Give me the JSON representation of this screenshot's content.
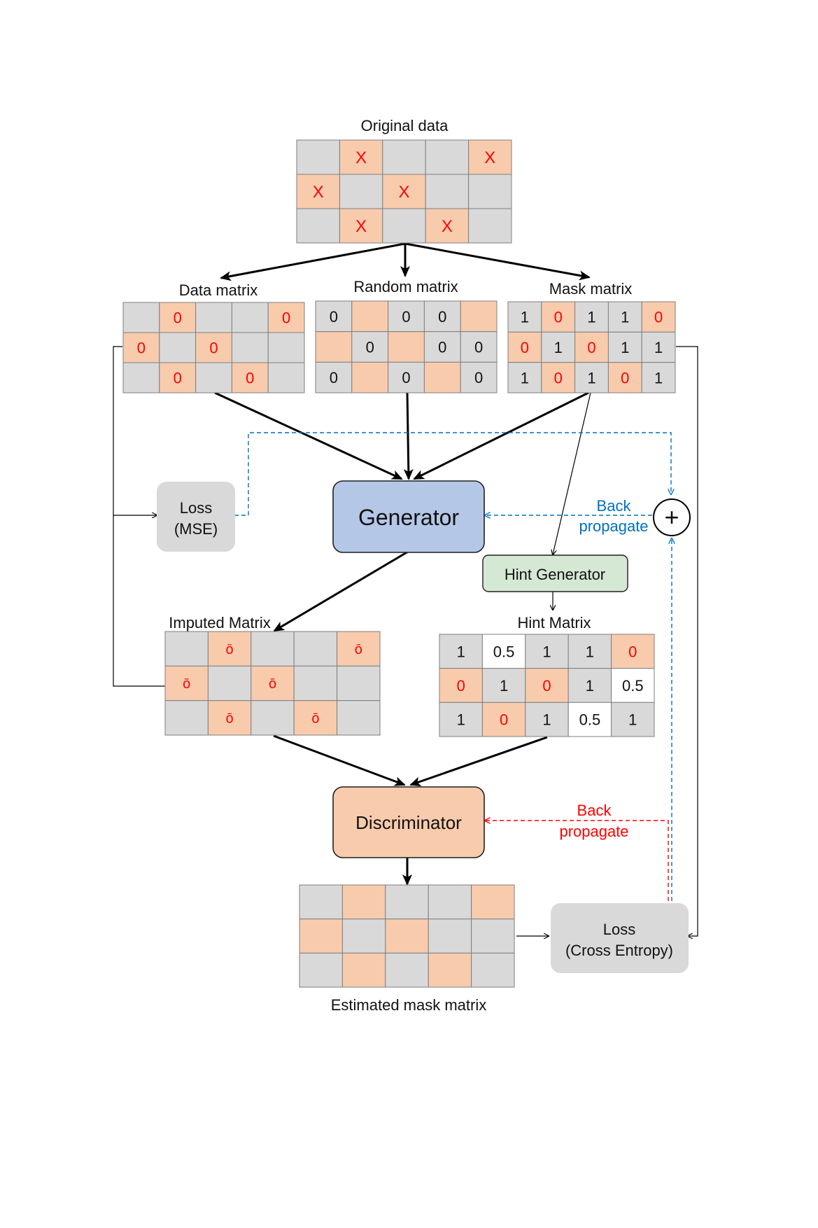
{
  "colors": {
    "gray": "#d9d9d9",
    "orange": "#f8cbad",
    "white": "#ffffff",
    "red": "#ff0000",
    "blue": "#0070c0",
    "generator_fill": "#b4c7e7",
    "discriminator_fill": "#f8cbad",
    "hint_gen_fill": "#d5e8d4",
    "loss_fill": "#d9d9d9"
  },
  "matrices": {
    "original": {
      "title": "Original data",
      "cells": [
        [
          {
            "c": "gray",
            "t": ""
          },
          {
            "c": "orange",
            "t": "X",
            "red": true
          },
          {
            "c": "gray",
            "t": ""
          },
          {
            "c": "gray",
            "t": ""
          },
          {
            "c": "orange",
            "t": "X",
            "red": true
          }
        ],
        [
          {
            "c": "orange",
            "t": "X",
            "red": true
          },
          {
            "c": "gray",
            "t": ""
          },
          {
            "c": "orange",
            "t": "X",
            "red": true
          },
          {
            "c": "gray",
            "t": ""
          },
          {
            "c": "gray",
            "t": ""
          }
        ],
        [
          {
            "c": "gray",
            "t": ""
          },
          {
            "c": "orange",
            "t": "X",
            "red": true
          },
          {
            "c": "gray",
            "t": ""
          },
          {
            "c": "orange",
            "t": "X",
            "red": true
          },
          {
            "c": "gray",
            "t": ""
          }
        ]
      ]
    },
    "data": {
      "title": "Data matrix",
      "cells": [
        [
          {
            "c": "gray",
            "t": ""
          },
          {
            "c": "orange",
            "t": "0",
            "red": true
          },
          {
            "c": "gray",
            "t": ""
          },
          {
            "c": "gray",
            "t": ""
          },
          {
            "c": "orange",
            "t": "0",
            "red": true
          }
        ],
        [
          {
            "c": "orange",
            "t": "0",
            "red": true
          },
          {
            "c": "gray",
            "t": ""
          },
          {
            "c": "orange",
            "t": "0",
            "red": true
          },
          {
            "c": "gray",
            "t": ""
          },
          {
            "c": "gray",
            "t": ""
          }
        ],
        [
          {
            "c": "gray",
            "t": ""
          },
          {
            "c": "orange",
            "t": "0",
            "red": true
          },
          {
            "c": "gray",
            "t": ""
          },
          {
            "c": "orange",
            "t": "0",
            "red": true
          },
          {
            "c": "gray",
            "t": ""
          }
        ]
      ]
    },
    "random": {
      "title": "Random matrix",
      "cells": [
        [
          {
            "c": "gray",
            "t": "0"
          },
          {
            "c": "orange",
            "t": ""
          },
          {
            "c": "gray",
            "t": "0"
          },
          {
            "c": "gray",
            "t": "0"
          },
          {
            "c": "orange",
            "t": ""
          }
        ],
        [
          {
            "c": "orange",
            "t": ""
          },
          {
            "c": "gray",
            "t": "0"
          },
          {
            "c": "orange",
            "t": ""
          },
          {
            "c": "gray",
            "t": "0"
          },
          {
            "c": "gray",
            "t": "0"
          }
        ],
        [
          {
            "c": "gray",
            "t": "0"
          },
          {
            "c": "orange",
            "t": ""
          },
          {
            "c": "gray",
            "t": "0"
          },
          {
            "c": "orange",
            "t": ""
          },
          {
            "c": "gray",
            "t": "0"
          }
        ]
      ]
    },
    "mask": {
      "title": "Mask matrix",
      "cells": [
        [
          {
            "c": "gray",
            "t": "1"
          },
          {
            "c": "orange",
            "t": "0",
            "red": true
          },
          {
            "c": "gray",
            "t": "1"
          },
          {
            "c": "gray",
            "t": "1"
          },
          {
            "c": "orange",
            "t": "0",
            "red": true
          }
        ],
        [
          {
            "c": "orange",
            "t": "0",
            "red": true
          },
          {
            "c": "gray",
            "t": "1"
          },
          {
            "c": "orange",
            "t": "0",
            "red": true
          },
          {
            "c": "gray",
            "t": "1"
          },
          {
            "c": "gray",
            "t": "1"
          }
        ],
        [
          {
            "c": "gray",
            "t": "1"
          },
          {
            "c": "orange",
            "t": "0",
            "red": true
          },
          {
            "c": "gray",
            "t": "1"
          },
          {
            "c": "orange",
            "t": "0",
            "red": true
          },
          {
            "c": "gray",
            "t": "1"
          }
        ]
      ]
    },
    "imputed": {
      "title": "Imputed Matrix",
      "cells": [
        [
          {
            "c": "gray",
            "t": ""
          },
          {
            "c": "orange",
            "t": "ō",
            "red": true
          },
          {
            "c": "gray",
            "t": ""
          },
          {
            "c": "gray",
            "t": ""
          },
          {
            "c": "orange",
            "t": "ō",
            "red": true
          }
        ],
        [
          {
            "c": "orange",
            "t": "ō",
            "red": true
          },
          {
            "c": "gray",
            "t": ""
          },
          {
            "c": "orange",
            "t": "ō",
            "red": true
          },
          {
            "c": "gray",
            "t": ""
          },
          {
            "c": "gray",
            "t": ""
          }
        ],
        [
          {
            "c": "gray",
            "t": ""
          },
          {
            "c": "orange",
            "t": "ō",
            "red": true
          },
          {
            "c": "gray",
            "t": ""
          },
          {
            "c": "orange",
            "t": "ō",
            "red": true
          },
          {
            "c": "gray",
            "t": ""
          }
        ]
      ]
    },
    "hint": {
      "title": "Hint Matrix",
      "cells": [
        [
          {
            "c": "gray",
            "t": "1"
          },
          {
            "c": "white",
            "t": "0.5"
          },
          {
            "c": "gray",
            "t": "1"
          },
          {
            "c": "gray",
            "t": "1"
          },
          {
            "c": "orange",
            "t": "0",
            "red": true
          }
        ],
        [
          {
            "c": "orange",
            "t": "0",
            "red": true
          },
          {
            "c": "gray",
            "t": "1"
          },
          {
            "c": "orange",
            "t": "0",
            "red": true
          },
          {
            "c": "gray",
            "t": "1"
          },
          {
            "c": "white",
            "t": "0.5"
          }
        ],
        [
          {
            "c": "gray",
            "t": "1"
          },
          {
            "c": "orange",
            "t": "0",
            "red": true
          },
          {
            "c": "gray",
            "t": "1"
          },
          {
            "c": "white",
            "t": "0.5"
          },
          {
            "c": "gray",
            "t": "1"
          }
        ]
      ]
    },
    "estimated": {
      "title": "Estimated mask matrix",
      "cells": [
        [
          {
            "c": "gray",
            "t": ""
          },
          {
            "c": "orange",
            "t": ""
          },
          {
            "c": "gray",
            "t": ""
          },
          {
            "c": "gray",
            "t": ""
          },
          {
            "c": "orange",
            "t": ""
          }
        ],
        [
          {
            "c": "orange",
            "t": ""
          },
          {
            "c": "gray",
            "t": ""
          },
          {
            "c": "orange",
            "t": ""
          },
          {
            "c": "gray",
            "t": ""
          },
          {
            "c": "gray",
            "t": ""
          }
        ],
        [
          {
            "c": "gray",
            "t": ""
          },
          {
            "c": "orange",
            "t": ""
          },
          {
            "c": "gray",
            "t": ""
          },
          {
            "c": "orange",
            "t": ""
          },
          {
            "c": "gray",
            "t": ""
          }
        ]
      ]
    }
  },
  "blocks": {
    "generator": "Generator",
    "discriminator": "Discriminator",
    "hint_generator": "Hint Generator",
    "loss_mse_line1": "Loss",
    "loss_mse_line2": "(MSE)",
    "loss_ce_line1": "Loss",
    "loss_ce_line2": "(Cross Entropy)",
    "sum_symbol": "+"
  },
  "annotations": {
    "backprop_blue_line1": "Back",
    "backprop_blue_line2": "propagate",
    "backprop_red_line1": "Back",
    "backprop_red_line2": "propagate"
  }
}
